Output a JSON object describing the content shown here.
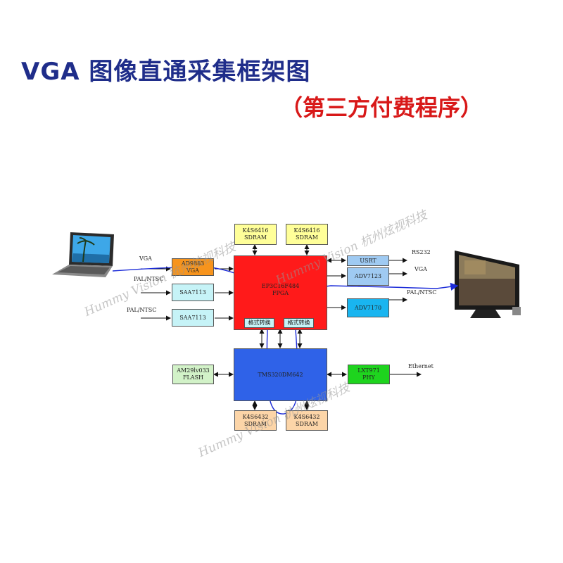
{
  "header": {
    "title": "VGA 图像直通采集框架图",
    "subtitle": "（第三方付费程序）"
  },
  "blocks": {
    "sdram_top_left": [
      "K4S6416",
      "SDRAM"
    ],
    "sdram_top_right": [
      "K4S6416",
      "SDRAM"
    ],
    "ad9883": [
      "AD9883",
      "VGA"
    ],
    "saa7113_a": [
      "SAA7113"
    ],
    "saa7113_b": [
      "SAA7113"
    ],
    "fpga": [
      "EP3C16F484",
      "FPGA"
    ],
    "fmt_conv_left": [
      "格式转换"
    ],
    "fmt_conv_right": [
      "格式转换"
    ],
    "usrt": [
      "USRT"
    ],
    "adv7123": [
      "ADV7123"
    ],
    "adv7170": [
      "ADV7170"
    ],
    "flash": [
      "AM29lv033",
      "FLASH"
    ],
    "dsp": [
      "TMS320DM642"
    ],
    "phy": [
      "LXT971",
      "PHY"
    ],
    "sdram_bottom_left": [
      "K4S6432",
      "SDRAM"
    ],
    "sdram_bottom_right": [
      "K4S6432",
      "SDRAM"
    ]
  },
  "signals": {
    "in_vga": "VGA",
    "in_pal_1": "PAL/NTSC",
    "in_pal_2": "PAL/NTSC",
    "out_rs232": "RS232",
    "out_vga": "VGA",
    "out_pal": "PAL/NTSC",
    "out_ethernet": "Ethernet"
  },
  "watermarks": {
    "upper": "Hummy Vision 杭州炫视科技",
    "middle": "Hummy Vision 杭州炫视科技",
    "lower": "Hummy Vision 杭州炫视科技"
  },
  "colors": {
    "title": "#1f2d8a",
    "subtitle": "#d81818",
    "fpga": "#ff1a1a",
    "dsp": "#2f62e8",
    "sdram_top": "#ffff99",
    "sdram_bottom": "#fcd5a8",
    "ad9883": "#f7941d",
    "saa7113": "#c6f3f7",
    "adv_out": "#9fcaf2",
    "adv7170": "#19b5f0",
    "flash": "#d2f2c8",
    "phy": "#1ed41e",
    "path": "#1b2bd8"
  }
}
